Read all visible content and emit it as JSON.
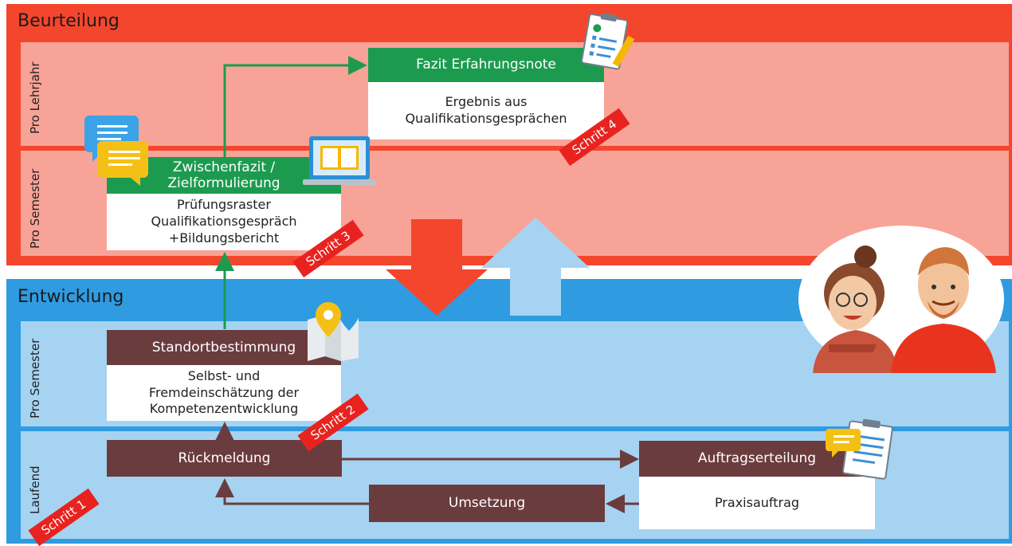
{
  "beurteilung": {
    "title": "Beurteilung",
    "band_lehrjahr": "Pro Lehrjahr",
    "band_semester": "Pro Semester"
  },
  "entwicklung": {
    "title": "Entwicklung",
    "band_semester": "Pro Semester",
    "band_laufend": "Laufend"
  },
  "boxes": {
    "fazit": {
      "head": "Fazit Erfahrungsnote",
      "body": [
        "Ergebnis aus",
        "Qualifikationsgesprächen"
      ]
    },
    "zwischenfazit": {
      "head": [
        "Zwischenfazit /",
        "Zielformulierung"
      ],
      "body": [
        "Prüfungsraster",
        "Qualifikationsgespräch",
        "+Bildungsbericht"
      ]
    },
    "standort": {
      "head": "Standortbestimmung",
      "body": [
        "Selbst- und",
        "Fremdeinschätzung der",
        "Kompetenzentwicklung"
      ]
    },
    "rueckmeldung": {
      "head": "Rückmeldung"
    },
    "auftrag": {
      "head": "Auftragserteilung",
      "body": "Praxisauftrag"
    },
    "umsetzung": {
      "head": "Umsetzung"
    }
  },
  "steps": {
    "s1": "Schritt 1",
    "s2": "Schritt 2",
    "s3": "Schritt 3",
    "s4": "Schritt 4"
  },
  "colors": {
    "beurteilung_bg": "#f4462d",
    "beurteilung_band": "#f8a398",
    "entwicklung_bg": "#2f9be0",
    "entwicklung_band": "#a6d3f1",
    "green": "#1c9b4f",
    "maroon": "#6b3c3e",
    "stamp": "#e8231f"
  },
  "icons": [
    "checklist-icon",
    "chat-bubbles-icon",
    "laptop-book-icon",
    "map-pin-icon",
    "clipboard-chat-icon",
    "people-illustration"
  ]
}
